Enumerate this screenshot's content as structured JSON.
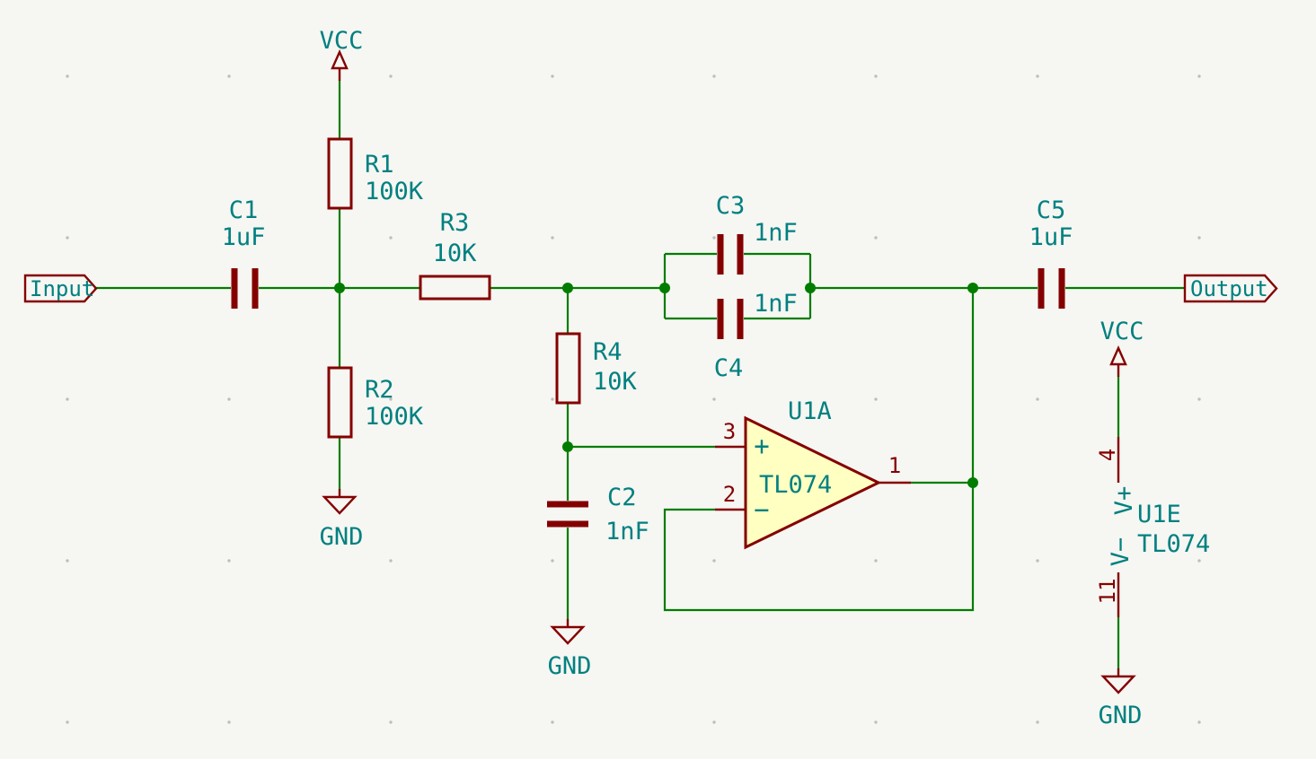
{
  "colors": {
    "background": "#F6F6F2",
    "wire_green": "#007D00",
    "component_maroon": "#840000",
    "label_teal": "#008080",
    "pin_number_red": "#840000",
    "opamp_fill": "#FFFFC2"
  },
  "ports": {
    "input": "Input",
    "output": "Output"
  },
  "power_labels": {
    "vcc_top": "VCC",
    "gnd_r2": "GND",
    "gnd_c2": "GND",
    "vcc_right": "VCC",
    "gnd_right": "GND"
  },
  "components": {
    "c1": {
      "ref": "C1",
      "value": "1uF"
    },
    "r1": {
      "ref": "R1",
      "value": "100K"
    },
    "r2": {
      "ref": "R2",
      "value": "100K"
    },
    "r3": {
      "ref": "R3",
      "value": "10K"
    },
    "r4": {
      "ref": "R4",
      "value": "10K"
    },
    "c2": {
      "ref": "C2",
      "value": "1nF"
    },
    "c3": {
      "ref": "C3",
      "value": "1nF"
    },
    "c4": {
      "ref": "C4",
      "value": "1nF"
    },
    "c5": {
      "ref": "C5",
      "value": "1uF"
    },
    "u1a": {
      "ref": "U1A",
      "value": "TL074",
      "plus": "+",
      "minus": "−",
      "pin_in_plus": "3",
      "pin_in_minus": "2",
      "pin_out": "1"
    },
    "u1e": {
      "ref": "U1E",
      "value": "TL074",
      "pin_vplus_num": "4",
      "pin_vplus_name": "V+",
      "pin_vminus_num": "11",
      "pin_vminus_name": "V−"
    }
  }
}
